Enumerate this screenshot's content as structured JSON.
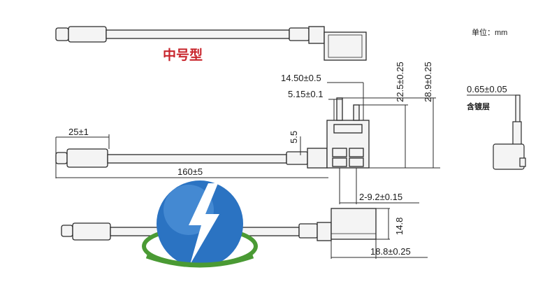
{
  "unit_note": "单位：mm",
  "model_label": "中号型",
  "model_label_color": "#c8252c",
  "coating_label": "含镀层",
  "dims": {
    "top_width": "14.50±0.5",
    "inner_width": "5.15±0.1",
    "height_a": "22.5±0.25",
    "height_b": "28.9±0.25",
    "tab_offset": "5.5",
    "tip_length": "25±1",
    "wire_length": "160±5",
    "pin_pitch": "2-9.2±0.15",
    "side_height": "14.8",
    "side_width": "18.8±0.25",
    "plating": "0.65±0.05"
  },
  "logo": {
    "shape": "globe-bolt-logo",
    "blue": "#2b73c2",
    "green": "#4a9a34"
  }
}
